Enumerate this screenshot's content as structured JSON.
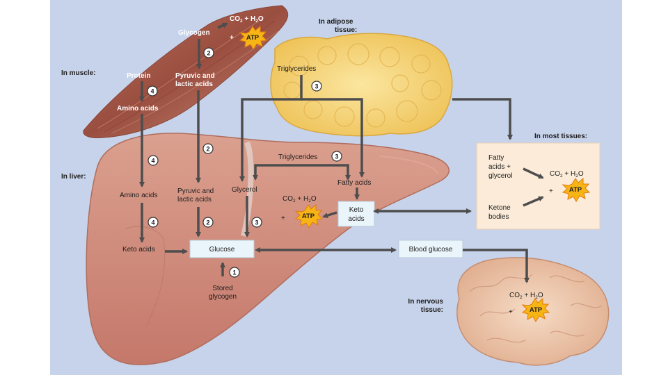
{
  "regions": {
    "muscle": "In muscle:",
    "adipose_1": "In adipose",
    "adipose_2": "tissue:",
    "liver": "In liver:",
    "most_tissues": "In most tissues:",
    "nervous_1": "In nervous",
    "nervous_2": "tissue:"
  },
  "muscle": {
    "glycogen": "Glycogen",
    "co2_h2o": "CO",
    "co2_sub": "2",
    "plus_h2o": " + H",
    "h2o_sub": "2",
    "h2o_o": "O",
    "plus": "+",
    "atp": "ATP",
    "protein": "Protein",
    "amino_acids": "Amino acids",
    "pyruvic_1": "Pyruvic and",
    "pyruvic_2": "lactic acids"
  },
  "adipose": {
    "triglycerides": "Triglycerides"
  },
  "liver": {
    "triglycerides": "Triglycerides",
    "glycerol": "Glycerol",
    "fatty_acids": "Fatty acids",
    "amino_acids": "Amino acids",
    "pyruvic_1": "Pyruvic and",
    "pyruvic_2": "lactic acids",
    "keto_acids_1": "Keto",
    "keto_acids_2": "acids",
    "keto_acids_left": "Keto acids",
    "glucose": "Glucose",
    "stored_1": "Stored",
    "stored_2": "glycogen",
    "atp": "ATP",
    "plus": "+"
  },
  "most_tissues": {
    "fatty_1": "Fatty",
    "fatty_2": "acids +",
    "fatty_3": "glycerol",
    "ketone_1": "Ketone",
    "ketone_2": "bodies",
    "atp": "ATP",
    "plus": "+"
  },
  "blood_glucose": "Blood glucose",
  "nervous": {
    "atp": "ATP",
    "plus": "+"
  },
  "steps": [
    "1",
    "2",
    "3",
    "4"
  ],
  "colors": {
    "background": "#c7d3ea",
    "arrow": "#4d4d4d",
    "muscle": "#a85a4a",
    "liver": "#cf8878",
    "fat": "#f4d06a",
    "brain": "#f0c9ae",
    "box": "#eaf4fb",
    "atp_star": "#f7b515"
  }
}
